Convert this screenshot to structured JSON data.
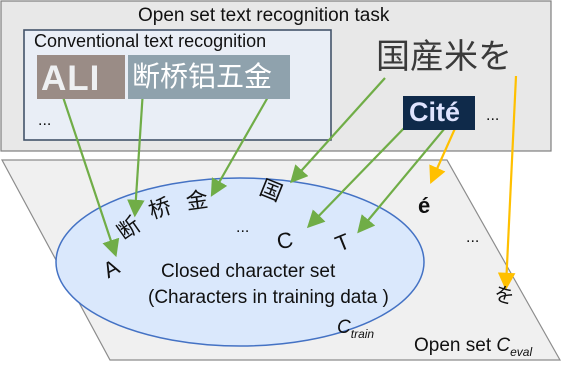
{
  "outer_panel": {
    "title": "Open set text recognition task"
  },
  "conventional_box": {
    "title": "Conventional text recognition",
    "ellipsis": "..."
  },
  "samples": {
    "ali": "ALI",
    "chinese": "断桥铝五金",
    "japanese": "国産米を",
    "cite": "Cité",
    "ellipsis": "..."
  },
  "open_set": {
    "label": "Open set",
    "symbol": "C",
    "subscript": "eval",
    "scattered": {
      "e_accent": "é",
      "wo": "を",
      "ellipsis": "..."
    }
  },
  "closed_set": {
    "line1": "Closed character set",
    "line2": "(Characters in training data )",
    "symbol": "C",
    "subscript": "train",
    "chars": {
      "a": "A",
      "duan": "断",
      "qiao": "桥",
      "jin": "金",
      "ellipsis": "...",
      "guo": "国",
      "c": "C",
      "t": "T"
    }
  },
  "colors": {
    "panel_bg": "#e8e8e8",
    "panel_border": "#7f7f7f",
    "conv_box_border": "#44546a",
    "conv_box_bg": "#e9eef6",
    "ellipse_fill": "#dae8fc",
    "ellipse_border": "#4472c4",
    "arrow_green": "#70ad47",
    "arrow_orange": "#ffc000"
  }
}
